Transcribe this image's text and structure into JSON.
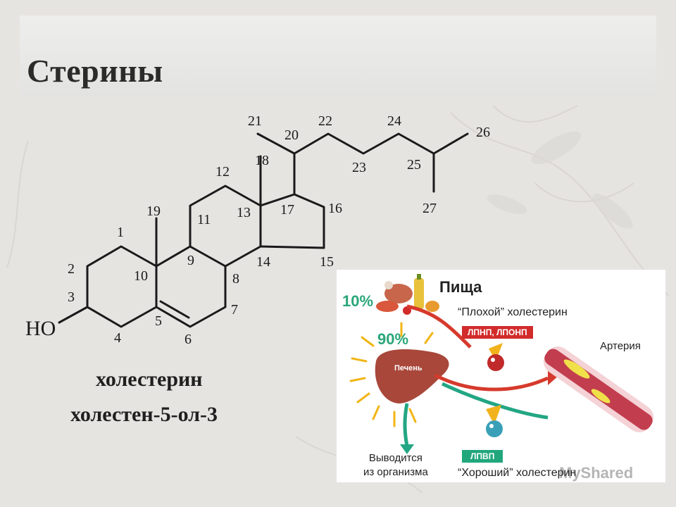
{
  "title": "Стерины",
  "structure": {
    "hydroxyl_label": "HO",
    "atom_numbers": [
      {
        "n": "1"
      },
      {
        "n": "2"
      },
      {
        "n": "3"
      },
      {
        "n": "4"
      },
      {
        "n": "5"
      },
      {
        "n": "6"
      },
      {
        "n": "7"
      },
      {
        "n": "8"
      },
      {
        "n": "9"
      },
      {
        "n": "10"
      },
      {
        "n": "11"
      },
      {
        "n": "12"
      },
      {
        "n": "13"
      },
      {
        "n": "14"
      },
      {
        "n": "15"
      },
      {
        "n": "16"
      },
      {
        "n": "17"
      },
      {
        "n": "18"
      },
      {
        "n": "19"
      },
      {
        "n": "20"
      },
      {
        "n": "21"
      },
      {
        "n": "22"
      },
      {
        "n": "23"
      },
      {
        "n": "24"
      },
      {
        "n": "25"
      },
      {
        "n": "26"
      },
      {
        "n": "27"
      }
    ]
  },
  "captions": {
    "common_name": "холестерин",
    "systematic_name": "холестен-5-ол-3"
  },
  "infographic": {
    "food_label": "Пища",
    "food_percent": "10%",
    "liver_percent": "90%",
    "bad_cholesterol": "“Плохой” холестерин",
    "ldl_badge": "ЛПНП, ЛПОНП",
    "artery_label": "Артерия",
    "liver_label": "Печень",
    "hdl_badge": "ЛПВП",
    "good_cholesterol": "“Хороший” холестерин",
    "excreted_line1": "Выводится",
    "excreted_line2": "из организма",
    "watermark": "MyShared",
    "colors": {
      "red_arrow": "#d63a2c",
      "green_arrow": "#23a684",
      "liver": "#a8473a",
      "rays": "#f2b516"
    }
  }
}
